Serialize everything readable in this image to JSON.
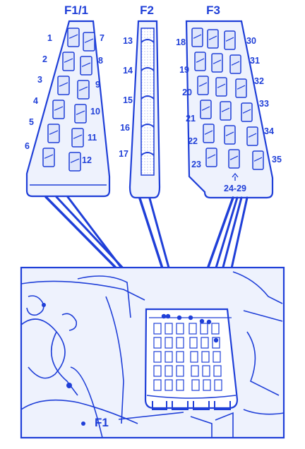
{
  "diagram": {
    "colors": {
      "ink": "#1f3fd8",
      "fill": "#dfe6fb",
      "background": "#ffffff"
    },
    "blocks": [
      {
        "id": "f1-1",
        "title": "F1/1",
        "left_numbers": [
          "1",
          "2",
          "3",
          "4",
          "5",
          "6"
        ],
        "right_numbers": [
          "7",
          "8",
          "9",
          "10",
          "11",
          "12"
        ]
      },
      {
        "id": "f2",
        "title": "F2",
        "left_numbers": [
          "13",
          "14",
          "15",
          "16",
          "17"
        ]
      },
      {
        "id": "f3",
        "title": "F3",
        "left_numbers": [
          "18",
          "19",
          "20",
          "21",
          "22",
          "23"
        ],
        "right_numbers": [
          "30",
          "31",
          "32",
          "33",
          "34",
          "35"
        ],
        "bottom_label": "24-29"
      }
    ],
    "photo_label": "F1"
  }
}
